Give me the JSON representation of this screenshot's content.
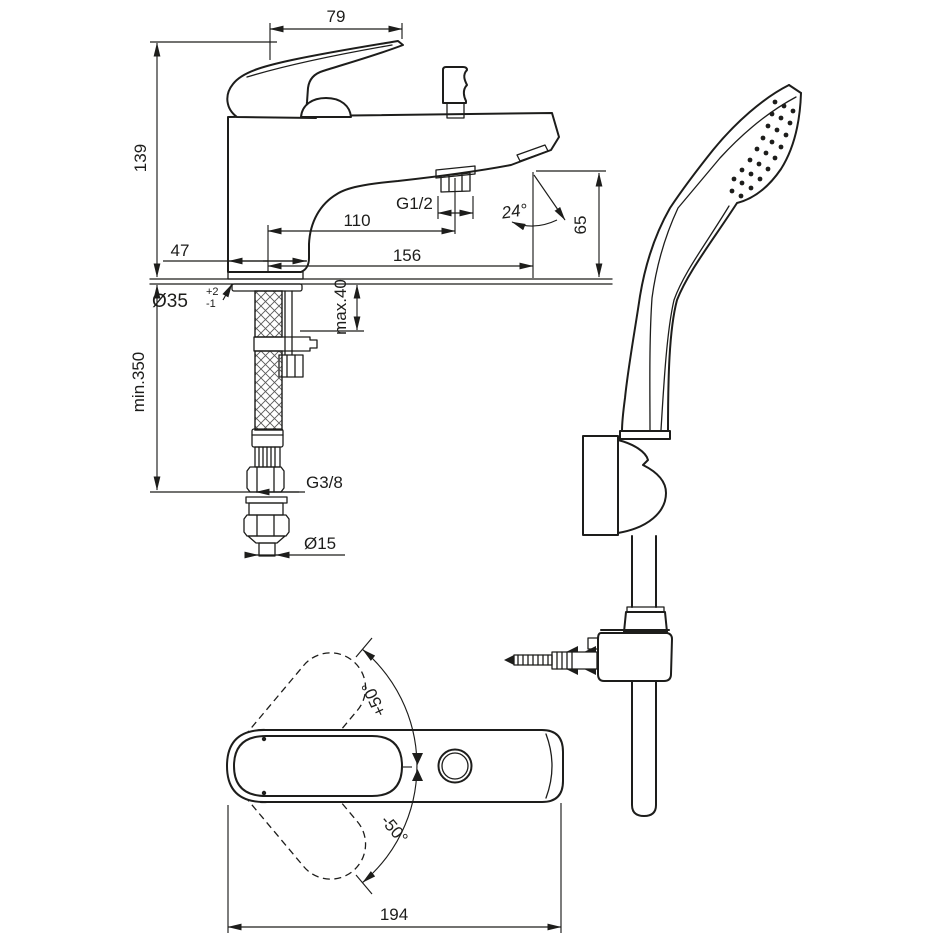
{
  "colors": {
    "background": "#ffffff",
    "line": "#1d1d1b"
  },
  "side_view": {
    "dimensions": {
      "handle_length": "79",
      "height_above_deck": "139",
      "reach_to_shower_outlet": "110",
      "reach_overall": "156",
      "base_depth": "47",
      "shower_outlet_thread": "G1/2",
      "spout_angle": "24°",
      "spout_height_above_deck": "65",
      "mounting_hole": {
        "diameter": "Ø35",
        "tol_upper": "+2",
        "tol_lower": "-1"
      },
      "deck_thickness_max": "max.40",
      "hose_clearance_min": "min.350",
      "supply_connection_thread": "G3/8",
      "supply_pipe_diameter": "Ø15"
    }
  },
  "plan_view": {
    "dimensions": {
      "overall_length": "194",
      "handle_swing_positive": "+50°",
      "handle_swing_negative": "-50°"
    }
  }
}
